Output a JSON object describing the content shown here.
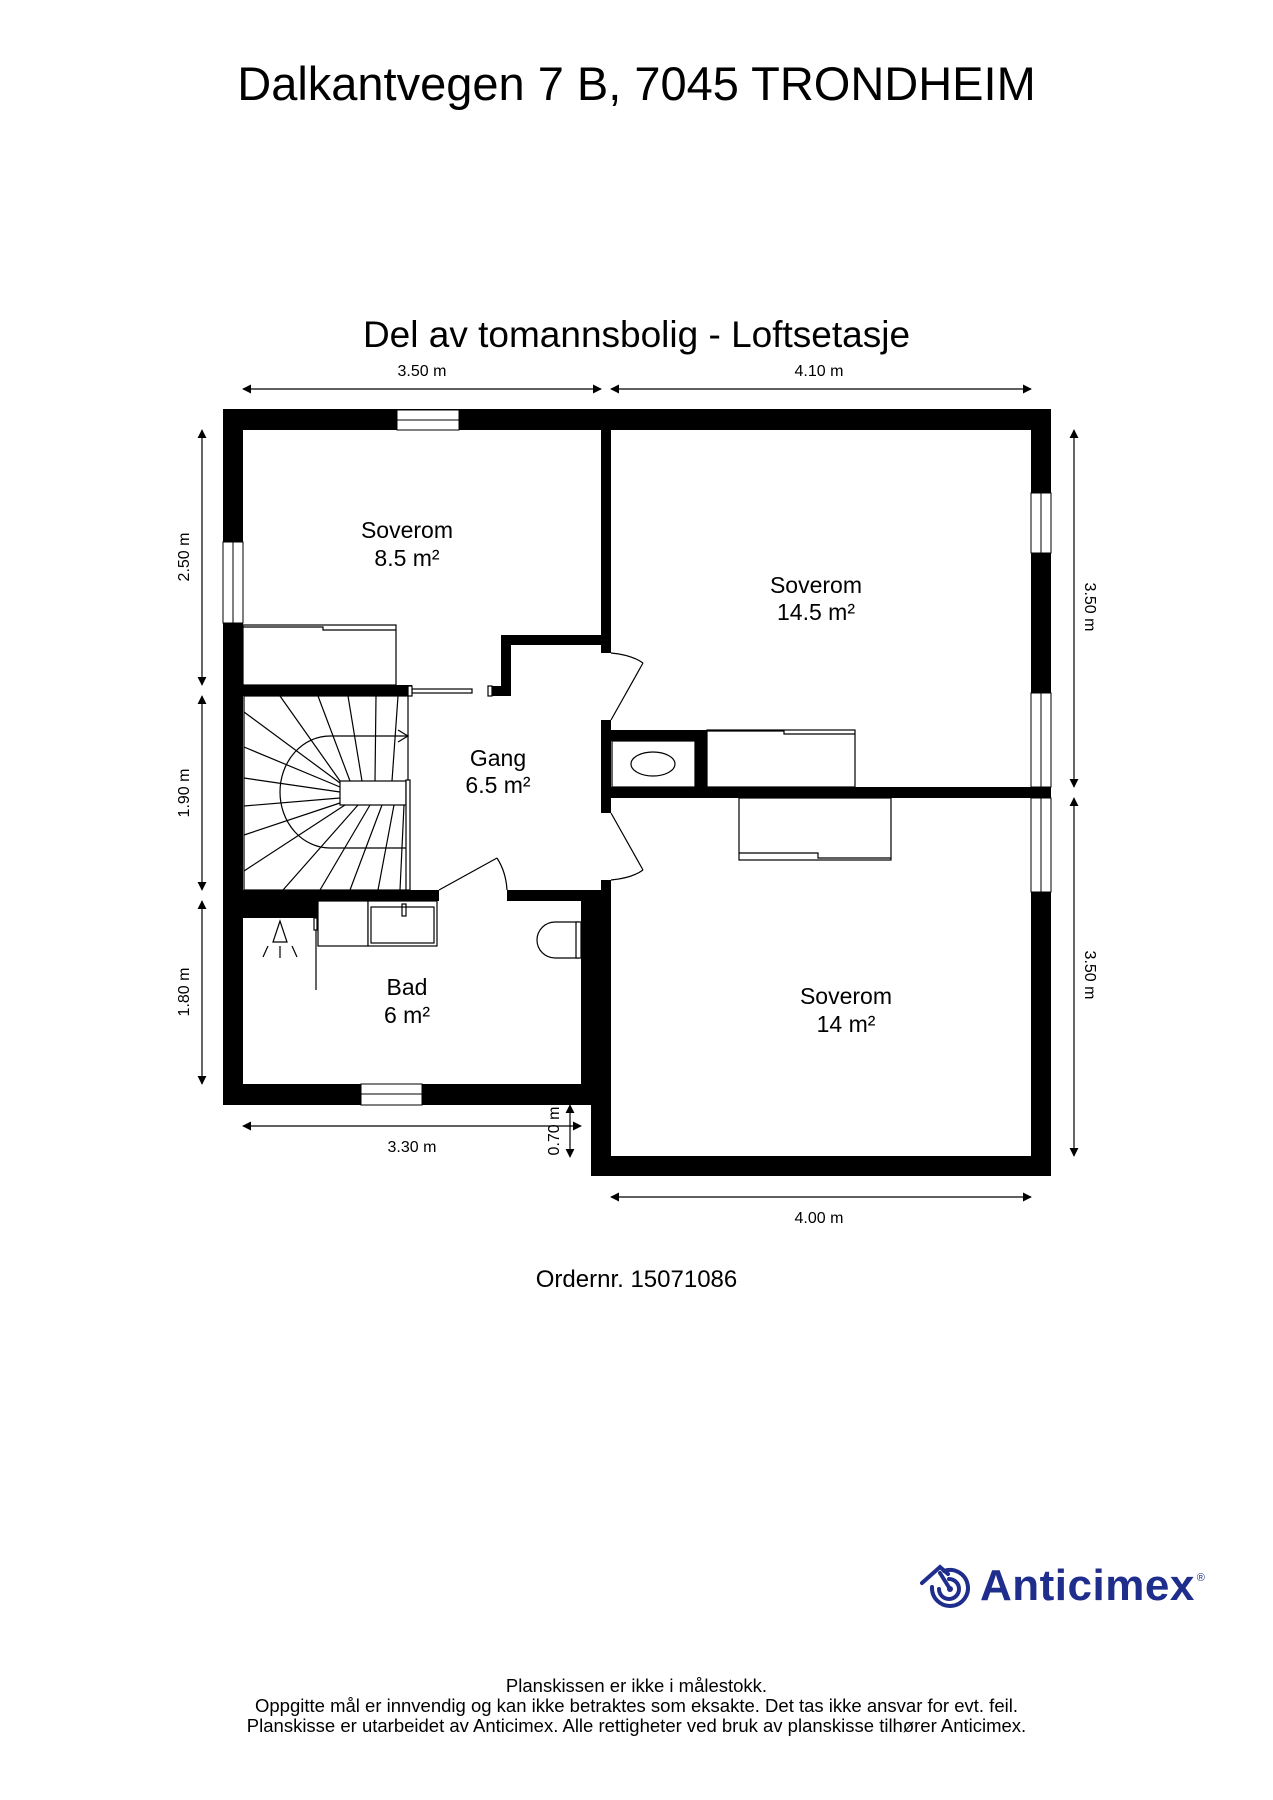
{
  "header": {
    "address": "Dalkantvegen 7 B, 7045 TRONDHEIM",
    "plan_title": "Del av tomannsbolig - Loftsetasje"
  },
  "rooms": [
    {
      "name": "Soverom",
      "area": "8.5 m²"
    },
    {
      "name": "Soverom",
      "area": "14.5 m²"
    },
    {
      "name": "Gang",
      "area": "6.5 m²"
    },
    {
      "name": "Bad",
      "area": "6 m²"
    },
    {
      "name": "Soverom",
      "area": "14 m²"
    }
  ],
  "dimensions": {
    "top_left": "3.50 m",
    "top_right": "4.10 m",
    "left_upper": "2.50 m",
    "left_middle": "1.90 m",
    "left_lower": "1.80 m",
    "right_upper": "3.50 m",
    "right_lower": "3.50 m",
    "bottom_left": "3.30 m",
    "bottom_step": "0.70 m",
    "bottom_right": "4.00 m"
  },
  "order": "Ordernr. 15071086",
  "logo": {
    "icon": "anticimex-house-spiral-icon",
    "name": "Anticimex",
    "registered": "®",
    "color": "#1f2d8c"
  },
  "footer": {
    "line1": "Planskissen er ikke i målestokk.",
    "line2": "Oppgitte mål er innvendig og kan ikke betraktes som eksakte. Det tas ikke ansvar for evt. feil.",
    "line3": "Planskisse er utarbeidet av Anticimex. Alle rettigheter ved bruk av planskisse tilhører Anticimex."
  }
}
